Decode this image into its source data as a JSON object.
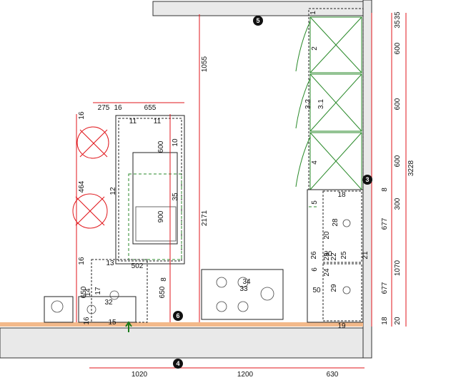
{
  "markers": [
    "5",
    "3",
    "6",
    "4"
  ],
  "bottom_dimensions": [
    "1020",
    "1200",
    "630"
  ],
  "right_dimensions": [
    "35",
    "35",
    "600",
    "600",
    "600",
    "3228",
    "8",
    "300",
    "677",
    "1070",
    "677",
    "18",
    "20"
  ],
  "top_dimensions": [
    "275",
    "16",
    "655"
  ],
  "vertical_dimensions": [
    "1055",
    "2171",
    "16",
    "16",
    "464",
    "11",
    "11",
    "12",
    "600",
    "10",
    "35",
    "900",
    "650",
    "650",
    "8",
    "16"
  ],
  "unit_numbers": [
    "1",
    "2",
    "3.2",
    "3.1",
    "4",
    "5",
    "6",
    "13",
    "502",
    "17",
    "14",
    "32",
    "15",
    "19",
    "18",
    "26",
    "28",
    "20",
    "22",
    "25",
    "24",
    "23",
    "21",
    "29",
    "30",
    "33",
    "34",
    "50"
  ],
  "colors": {
    "dimension": "#e0161b",
    "outline": "#2a8a2a",
    "floor": "#f3b98a",
    "wall": "#e9e9e9"
  }
}
